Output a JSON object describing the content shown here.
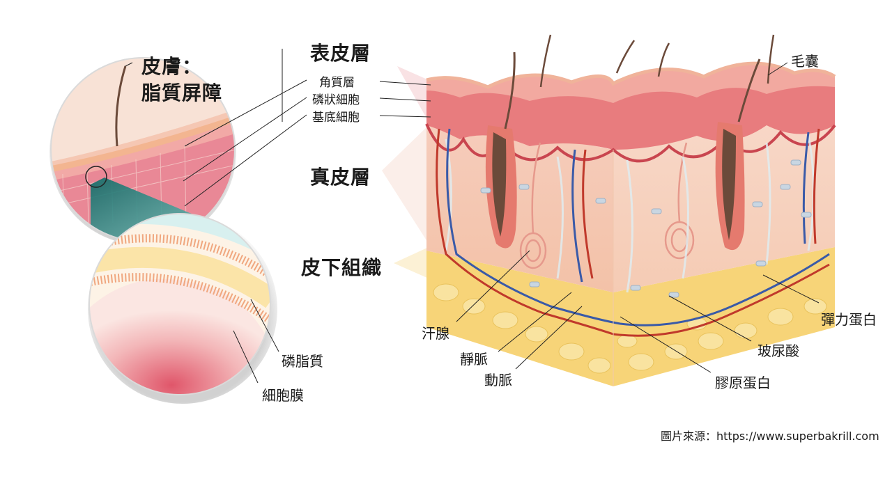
{
  "title": {
    "line1": "皮膚：",
    "line2": "脂質屏障"
  },
  "layers": {
    "epidermis": "表皮層",
    "stratum_corneum": "角質層",
    "spinous": "磷狀細胞",
    "basal": "基底細胞",
    "dermis": "真皮層",
    "subcutaneous": "皮下組織"
  },
  "inset": {
    "phospholipid": "磷脂質",
    "cell_membrane": "細胞膜"
  },
  "structures": {
    "hair_follicle": "毛囊",
    "sweat_gland": "汗腺",
    "vein": "靜脈",
    "artery": "動脈",
    "elastin": "彈力蛋白",
    "hyaluronic_acid": "玻尿酸",
    "collagen": "膠原蛋白"
  },
  "credit": "圖片來源：https://www.superbakrill.com"
}
